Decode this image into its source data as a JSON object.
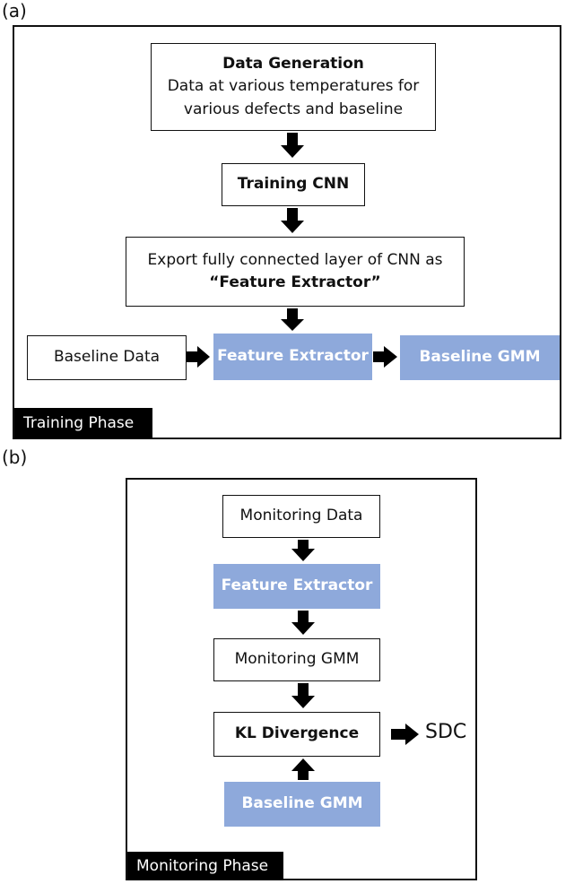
{
  "panel_a": {
    "label": "(a)",
    "phase": "Training Phase",
    "data_generation": {
      "title": "Data Generation",
      "line1": "Data at various temperatures for",
      "line2": "various defects and baseline"
    },
    "training_cnn": "Training CNN",
    "export": {
      "line1": "Export fully connected layer of CNN as",
      "line2": "“Feature Extractor”"
    },
    "baseline_data": "Baseline Data",
    "feature_extractor": "Feature Extractor",
    "baseline_gmm": "Baseline GMM"
  },
  "panel_b": {
    "label": "(b)",
    "phase": "Monitoring Phase",
    "monitoring_data": "Monitoring Data",
    "feature_extractor": "Feature Extractor",
    "monitoring_gmm": "Monitoring GMM",
    "kl_divergence": "KL Divergence",
    "baseline_gmm": "Baseline GMM",
    "output": "SDC"
  },
  "colors": {
    "highlight_fill": "#8ea9db",
    "frame": "#111111",
    "phase_tag_bg": "#000000"
  }
}
